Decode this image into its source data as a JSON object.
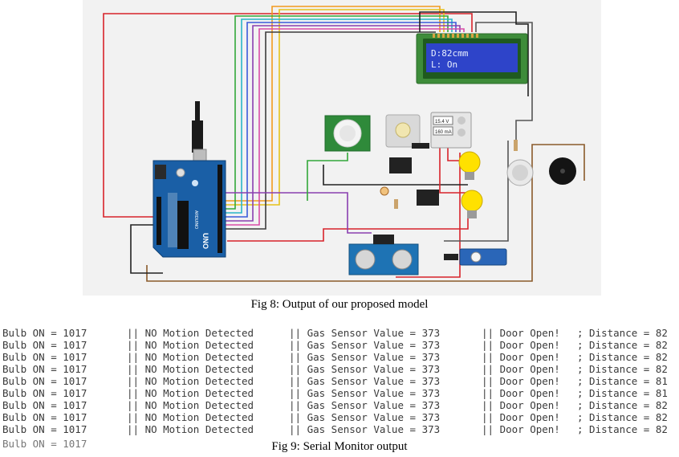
{
  "figures": [
    {
      "caption": "Fig 8: Output of our proposed model"
    },
    {
      "caption": "Fig 9: Serial Monitor output"
    }
  ],
  "lcd": {
    "line1": "D:82cmm",
    "line2": "L: On"
  },
  "multimeter": {
    "voltage": "15.4 V",
    "current": "160 mA"
  },
  "board": {
    "model": "UNO",
    "brand": "ARDUINO"
  },
  "colors": {
    "canvas": "#f2f2f2",
    "lcd_screen": "#2e44c9",
    "lcd_board": "#3e8c3a",
    "arduino": "#1a5fa6",
    "bulb": "#ffe100"
  },
  "serial_monitor": {
    "rows": [
      [
        "Bulb ON = 1017",
        "|| NO Motion Detected",
        "|| Gas Sensor Value = 373",
        "|| Door Open!",
        "; Distance = 82"
      ],
      [
        "Bulb ON = 1017",
        "|| NO Motion Detected",
        "|| Gas Sensor Value = 373",
        "|| Door Open!",
        "; Distance = 82"
      ],
      [
        "Bulb ON = 1017",
        "|| NO Motion Detected",
        "|| Gas Sensor Value = 373",
        "|| Door Open!",
        "; Distance = 82"
      ],
      [
        "Bulb ON = 1017",
        "|| NO Motion Detected",
        "|| Gas Sensor Value = 373",
        "|| Door Open!",
        "; Distance = 82"
      ],
      [
        "Bulb ON = 1017",
        "|| NO Motion Detected",
        "|| Gas Sensor Value = 373",
        "|| Door Open!",
        "; Distance = 81"
      ],
      [
        "Bulb ON = 1017",
        "|| NO Motion Detected",
        "|| Gas Sensor Value = 373",
        "|| Door Open!",
        "; Distance = 81"
      ],
      [
        "Bulb ON = 1017",
        "|| NO Motion Detected",
        "|| Gas Sensor Value = 373",
        "|| Door Open!",
        "; Distance = 82"
      ],
      [
        "Bulb ON = 1017",
        "|| NO Motion Detected",
        "|| Gas Sensor Value = 373",
        "|| Door Open!",
        "; Distance = 82"
      ],
      [
        "Bulb ON = 1017",
        "|| NO Motion Detected",
        "|| Gas Sensor Value = 373",
        "|| Door Open!",
        "; Distance = 82"
      ]
    ],
    "partial_row": "Bulb ON = 1017"
  }
}
